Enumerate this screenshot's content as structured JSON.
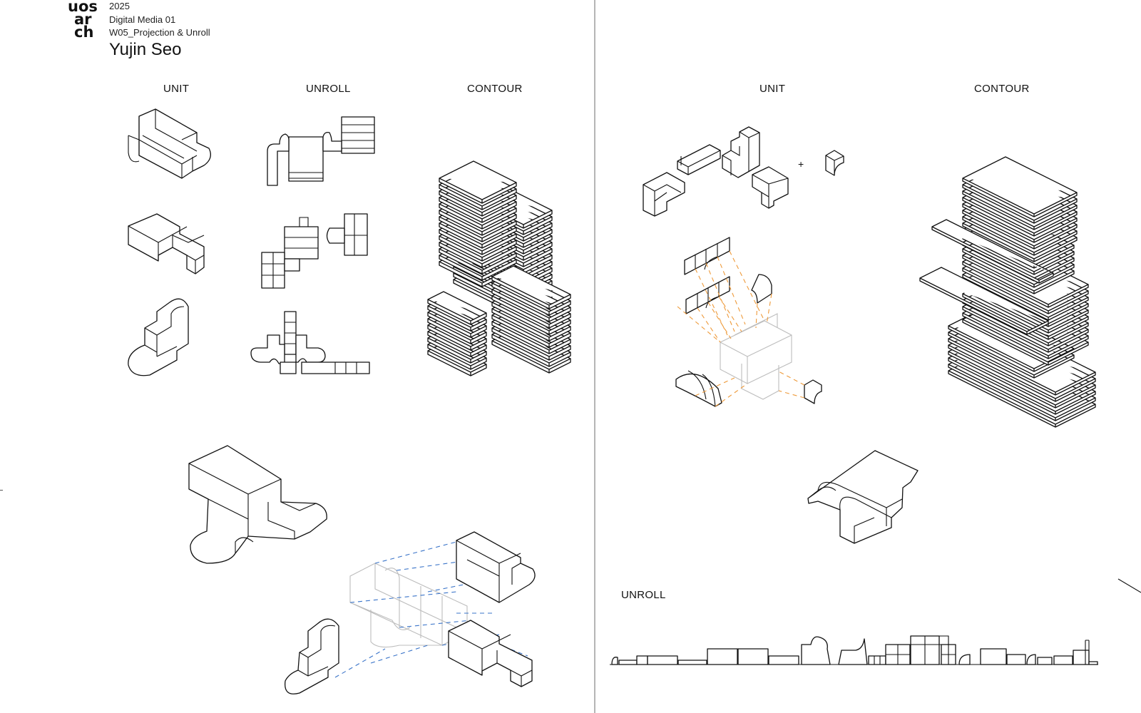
{
  "header": {
    "logo_text": "uos arch",
    "year": "2025",
    "course": "Digital Media 01",
    "assignment": "W05_Projection & Unroll",
    "author": "Yujin Seo"
  },
  "left_panel": {
    "col_unit": "UNIT",
    "col_unroll": "UNROLL",
    "col_contour": "CONTOUR"
  },
  "right_panel": {
    "col_unit": "UNIT",
    "col_contour": "CONTOUR",
    "plus": "+",
    "unroll_label": "UNROLL"
  },
  "colors": {
    "line": "#111111",
    "ghost": "#bdbdbd",
    "projection_blue": "#3a74c9",
    "projection_orange": "#ee9a3a",
    "divider": "#b5b5b5"
  }
}
